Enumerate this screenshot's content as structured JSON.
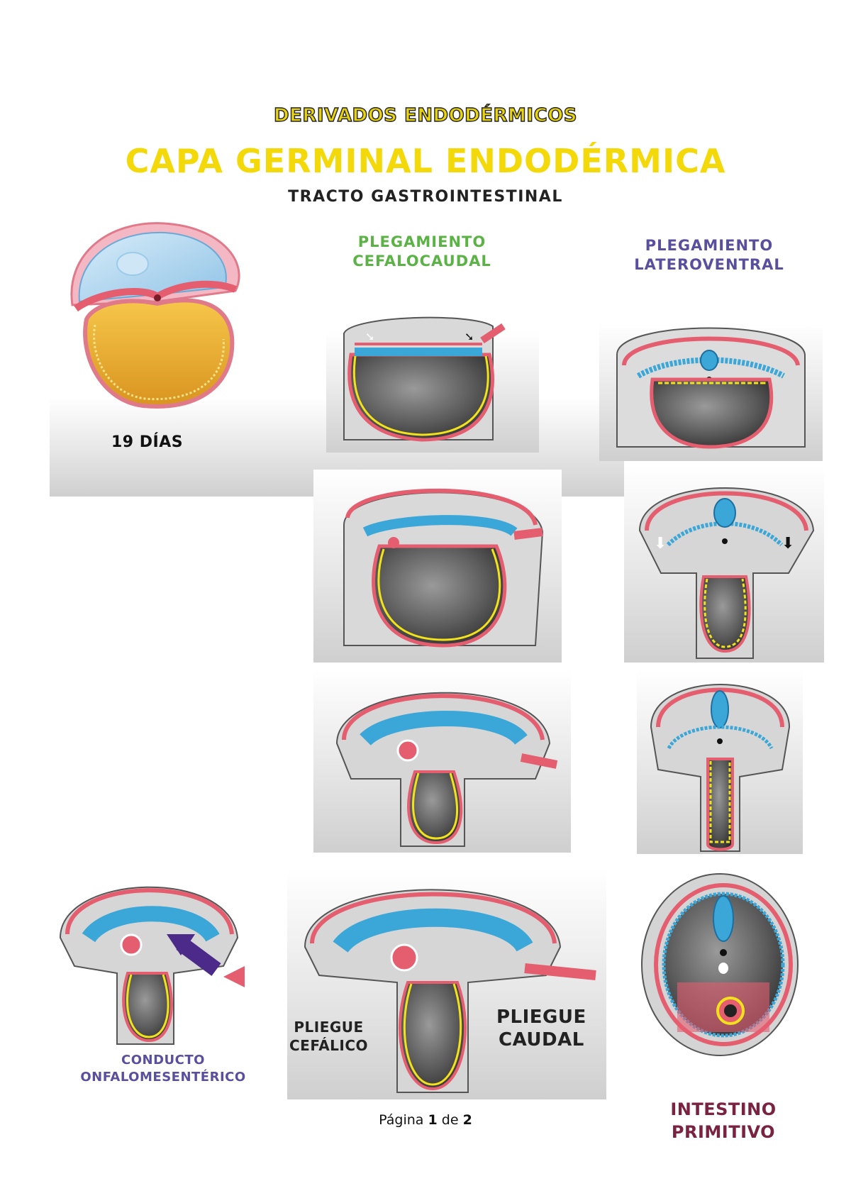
{
  "header": {
    "main_heading": "DERIVADOS ENDODÉRMICOS",
    "sub_heading": "CAPA GERMINAL ENDODÉRMICA",
    "tract_heading": "TRACTO GASTROINTESTINAL"
  },
  "columns": {
    "cefalocaudal_title_line1": "PLEGAMIENTO",
    "cefalocaudal_title_line2": "CEFALOCAUDAL",
    "lateroventral_title_line1": "PLEGAMIENTO",
    "lateroventral_title_line2": "LATEROVENTRAL"
  },
  "labels": {
    "day19": "19 DÍAS",
    "conducto_line1": "CONDUCTO",
    "conducto_line2": "ONFALOMESENTÉRICO",
    "cefalico_line1": "PLIEGUE",
    "cefalico_line2": "CEFÁLICO",
    "caudal_line1": "PLIEGUE",
    "caudal_line2": "CAUDAL",
    "intestino_line1": "INTESTINO",
    "intestino_line2": "PRIMITIVO"
  },
  "footer": {
    "page_word": "Página",
    "page_current": "1",
    "page_of": "de",
    "page_total": "2"
  },
  "colors": {
    "heading_yellow": "#f4d90a",
    "green": "#5bb245",
    "purple": "#5a4f9e",
    "maroon": "#7a2340",
    "ectoderm_blue": "#3aa7d8",
    "endoderm_yellow": "#f2e21a",
    "mesoderm_pink": "#e8646a",
    "arrow_purple": "#4b2a8a"
  }
}
